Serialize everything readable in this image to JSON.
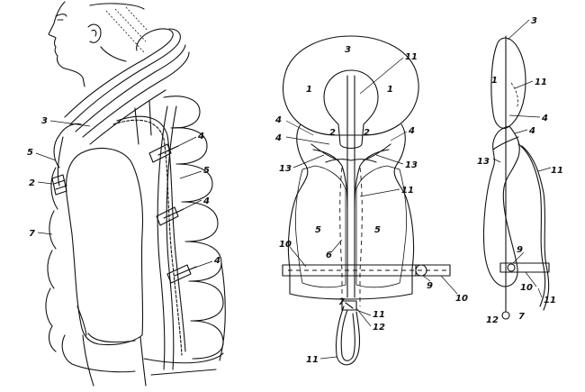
{
  "figure": {
    "left_view_labels": [
      {
        "id": "3",
        "text": "3"
      },
      {
        "id": "4a",
        "text": "4"
      },
      {
        "id": "5a",
        "text": "5"
      },
      {
        "id": "5b",
        "text": "5"
      },
      {
        "id": "2",
        "text": "2"
      },
      {
        "id": "4b",
        "text": "4"
      },
      {
        "id": "7",
        "text": "7"
      },
      {
        "id": "4c",
        "text": "4"
      }
    ],
    "front_view_labels": [
      {
        "id": "3",
        "text": "3"
      },
      {
        "id": "11a",
        "text": "11"
      },
      {
        "id": "1a",
        "text": "1"
      },
      {
        "id": "1b",
        "text": "1"
      },
      {
        "id": "4a",
        "text": "4"
      },
      {
        "id": "2a",
        "text": "2"
      },
      {
        "id": "2b",
        "text": "2"
      },
      {
        "id": "4b",
        "text": "4"
      },
      {
        "id": "4c",
        "text": "4"
      },
      {
        "id": "13a",
        "text": "13"
      },
      {
        "id": "13b",
        "text": "13"
      },
      {
        "id": "11b",
        "text": "11"
      },
      {
        "id": "5a",
        "text": "5"
      },
      {
        "id": "5b",
        "text": "5"
      },
      {
        "id": "6",
        "text": "6"
      },
      {
        "id": "10a",
        "text": "10"
      },
      {
        "id": "9",
        "text": "9"
      },
      {
        "id": "10b",
        "text": "10"
      },
      {
        "id": "7",
        "text": "7"
      },
      {
        "id": "11c",
        "text": "11"
      },
      {
        "id": "12",
        "text": "12"
      },
      {
        "id": "11d",
        "text": "11"
      }
    ],
    "side_view_labels": [
      {
        "id": "3",
        "text": "3"
      },
      {
        "id": "1",
        "text": "1"
      },
      {
        "id": "11a",
        "text": "11"
      },
      {
        "id": "4a",
        "text": "4"
      },
      {
        "id": "4b",
        "text": "4"
      },
      {
        "id": "13",
        "text": "13"
      },
      {
        "id": "11b",
        "text": "11"
      },
      {
        "id": "9",
        "text": "9"
      },
      {
        "id": "10",
        "text": "10"
      },
      {
        "id": "11c",
        "text": "11"
      },
      {
        "id": "12",
        "text": "12"
      },
      {
        "id": "7",
        "text": "7"
      }
    ]
  }
}
